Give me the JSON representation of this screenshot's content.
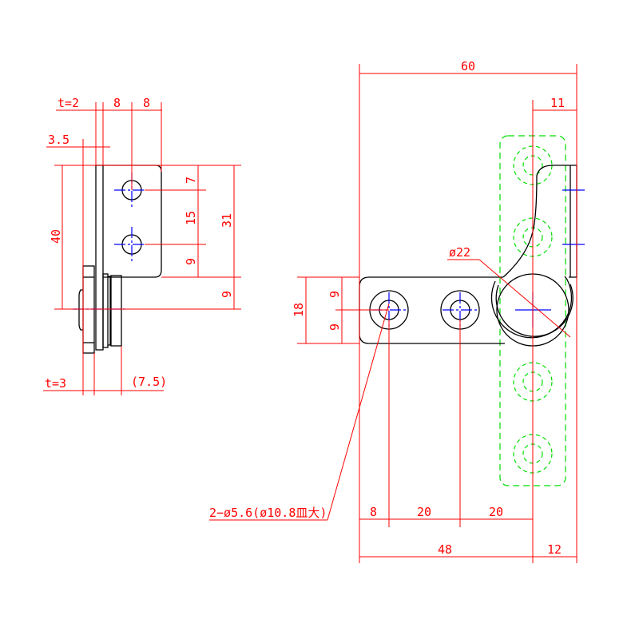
{
  "side_view": {
    "thickness_top": "t=2",
    "width_1": "8",
    "width_2": "8",
    "offset": "3.5",
    "height_total": "40",
    "hole_top": "7",
    "hole_pitch": "15",
    "hole_bottom": "9",
    "flange_height": "31",
    "axis_offset": "9",
    "thickness_bottom": "t=3",
    "ref_width": "(7.5)"
  },
  "front_view": {
    "overall_width": "60",
    "right_offset": "11",
    "pivot_diameter": "ø22",
    "arm_height": "18",
    "arm_half_top": "9",
    "arm_half_bottom": "9",
    "hole_callout": "2−ø5.6(ø10.8皿大)",
    "dim_edge_hole": "8",
    "dim_hole_pitch": "20",
    "dim_hole_pivot": "20",
    "dim_to_pivot": "48",
    "dim_pivot_edge": "12"
  },
  "colors": {
    "dimension": "#ff0000",
    "center": "#0000ff",
    "phantom": "#00dd00",
    "outline": "#000000"
  }
}
